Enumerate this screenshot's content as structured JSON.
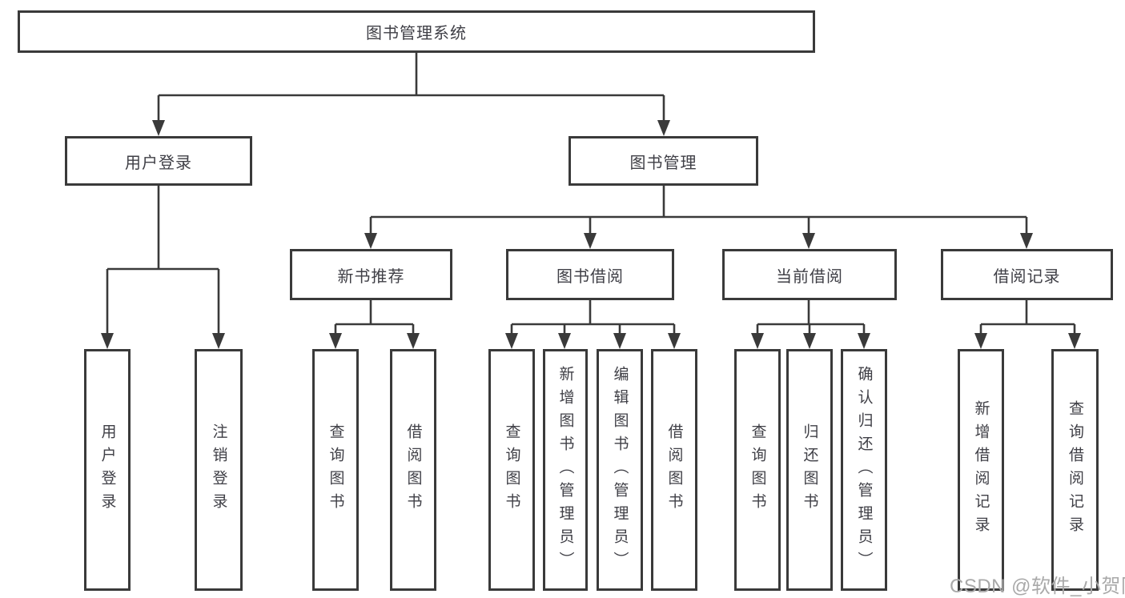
{
  "tree": {
    "root": {
      "label": "图书管理系统",
      "children": [
        {
          "label": "用户登录",
          "children": [
            {
              "label": "用户登录"
            },
            {
              "label": "注销登录"
            }
          ]
        },
        {
          "label": "图书管理",
          "children": [
            {
              "label": "新书推荐",
              "children": [
                {
                  "label": "查询图书"
                },
                {
                  "label": "借阅图书"
                }
              ]
            },
            {
              "label": "图书借阅",
              "children": [
                {
                  "label": "查询图书"
                },
                {
                  "label": "新增图书（管理员）"
                },
                {
                  "label": "编辑图书（管理员）"
                },
                {
                  "label": "借阅图书"
                }
              ]
            },
            {
              "label": "当前借阅",
              "children": [
                {
                  "label": "查询图书"
                },
                {
                  "label": "归还图书"
                },
                {
                  "label": "确认归还（管理员）"
                }
              ]
            },
            {
              "label": "借阅记录",
              "children": [
                {
                  "label": "新增借阅记录"
                },
                {
                  "label": "查询借阅记录"
                }
              ]
            }
          ]
        }
      ]
    }
  },
  "watermark": "CSDN @软件_小贺同学",
  "colors": {
    "line": "#3a3a3a",
    "text": "#3f3f46",
    "background": "#ffffff",
    "watermark": "#a9a9a9"
  }
}
